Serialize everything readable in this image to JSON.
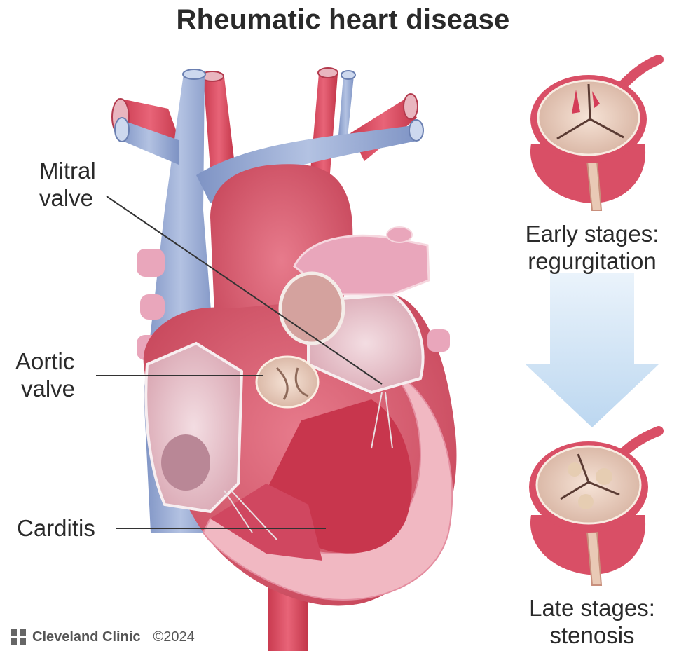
{
  "title": "Rheumatic heart disease",
  "labels": {
    "mitral_line1": "Mitral",
    "mitral_line2": "valve",
    "aortic_line1": "Aortic",
    "aortic_line2": "valve",
    "carditis": "Carditis"
  },
  "stages": {
    "early_line1": "Early stages:",
    "early_line2": "regurgitation",
    "late_line1": "Late stages:",
    "late_line2": "stenosis"
  },
  "footer": {
    "brand": "Cleveland Clinic",
    "copyright": "©2024"
  },
  "colors": {
    "vessel_red": "#d94a5c",
    "vein_blue": "#8ea3cf",
    "pink": "#e8a7b8",
    "arrow": "#c9dff4"
  }
}
